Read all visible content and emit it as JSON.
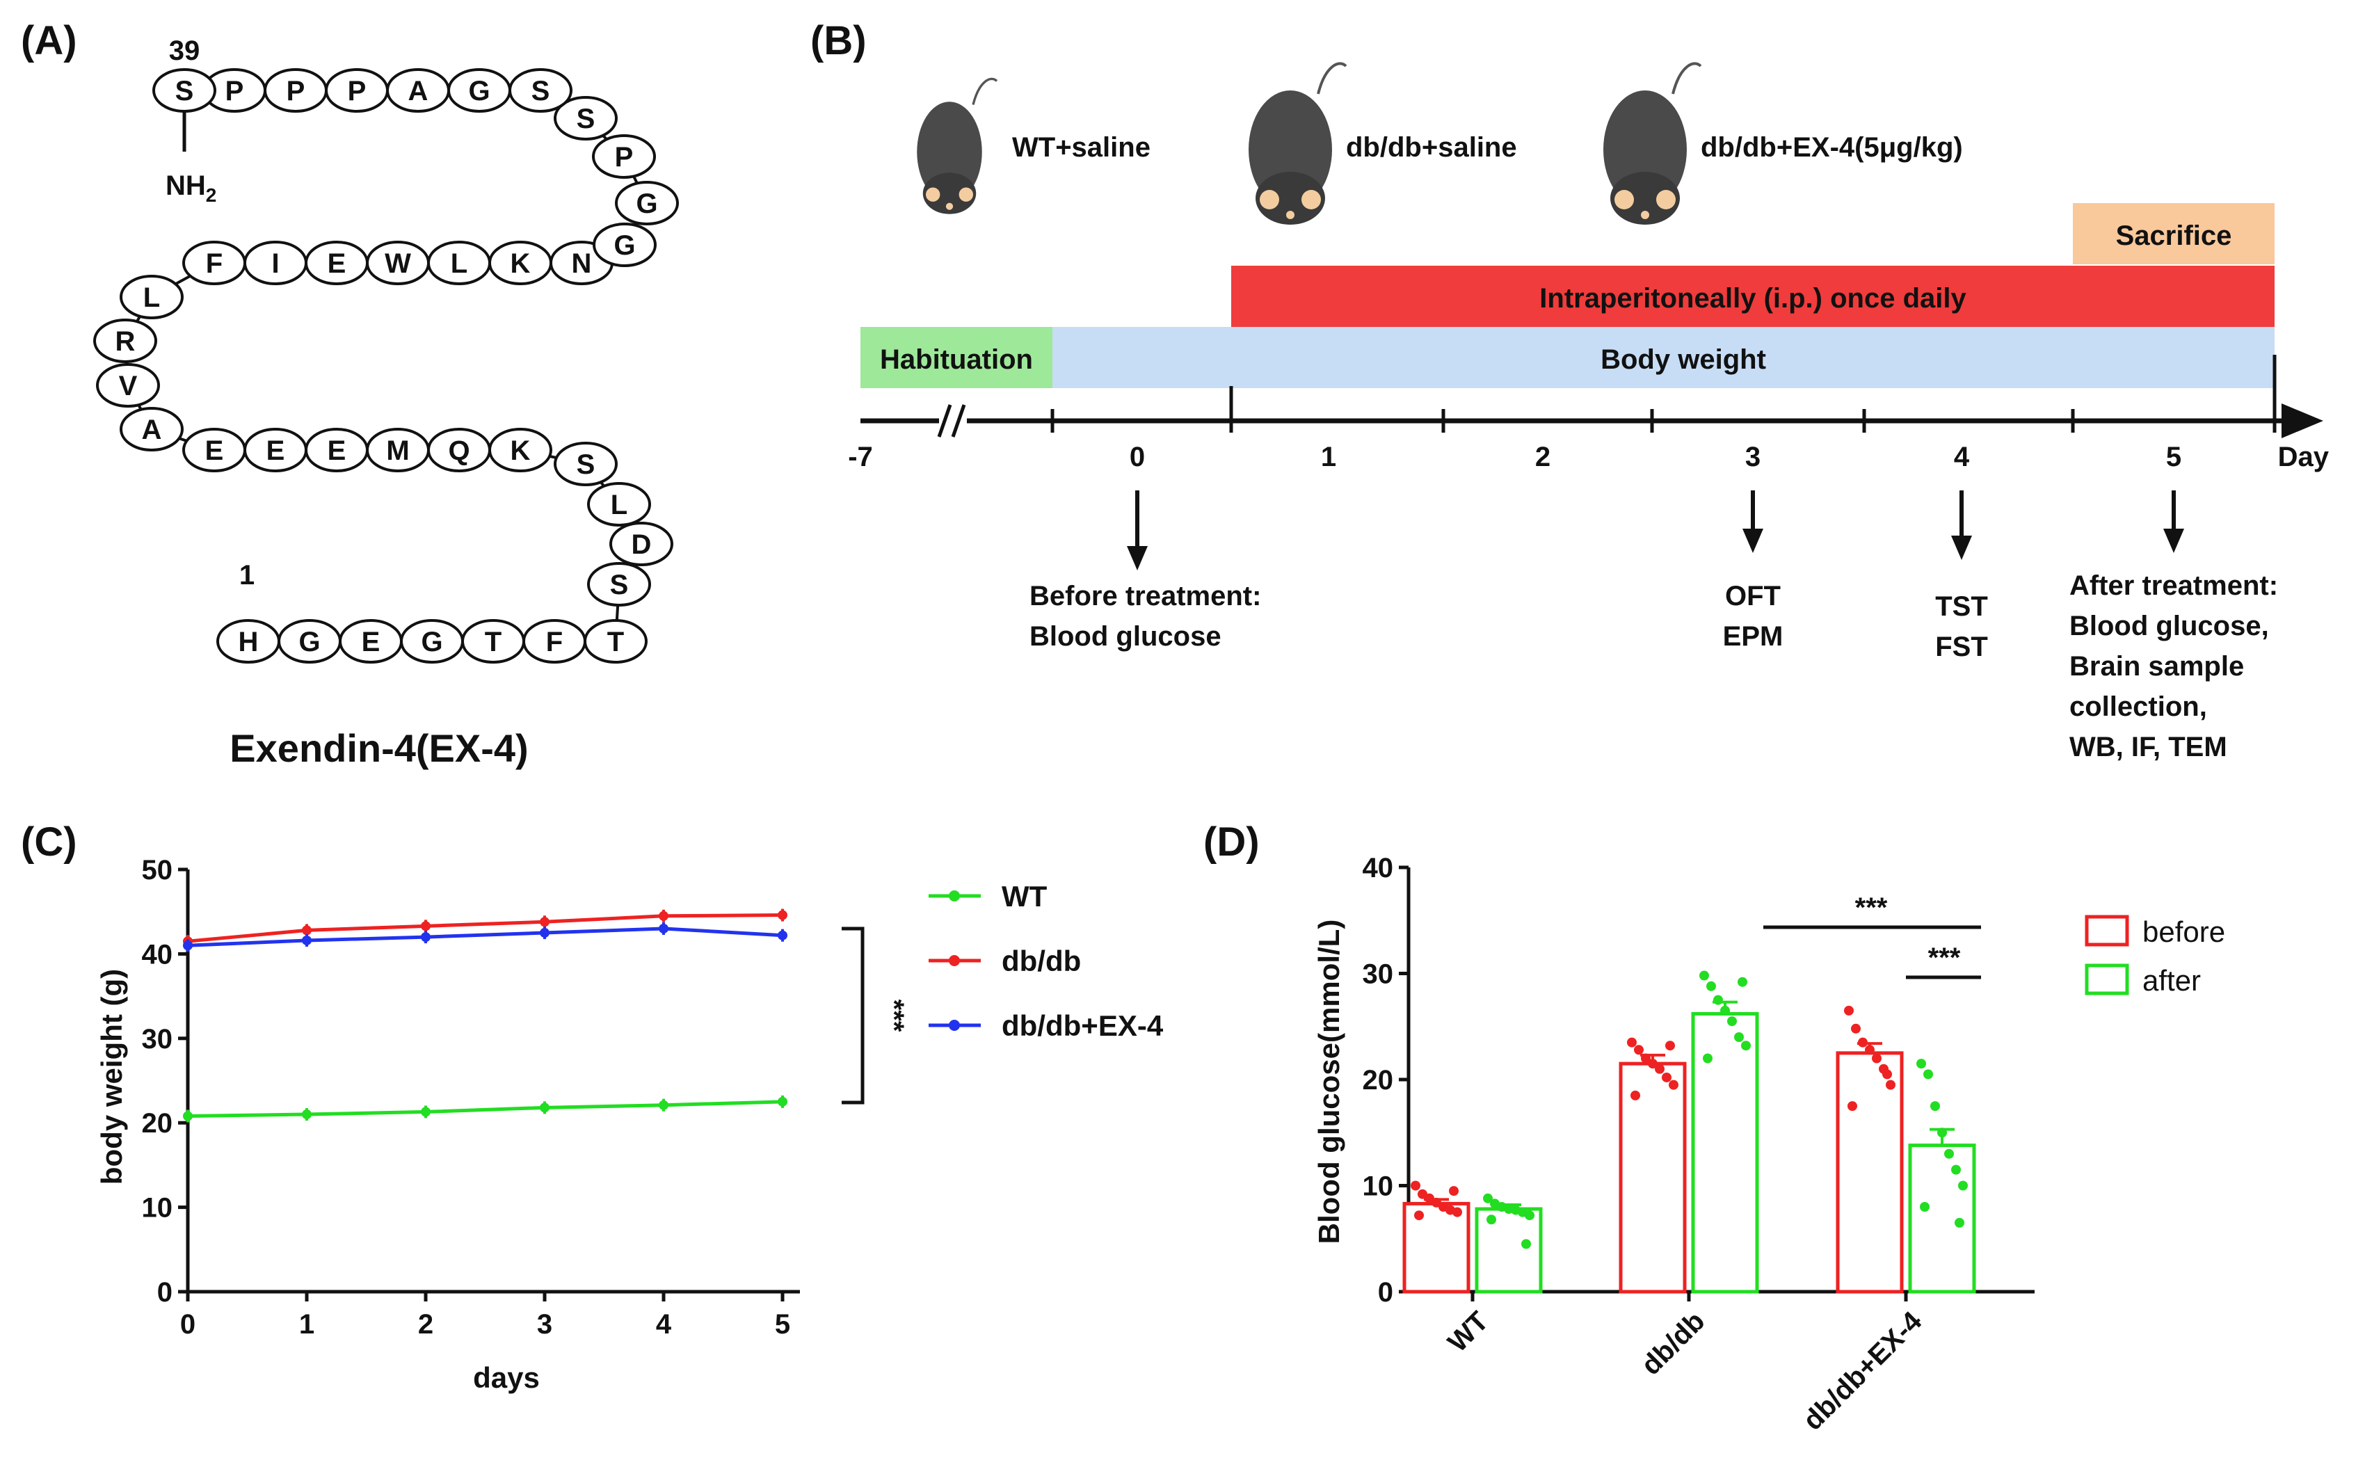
{
  "panel_a": {
    "label": "(A)",
    "caption": "Exendin-4(EX-4)",
    "start_num": "1",
    "end_num": "39",
    "amide": "NH",
    "amide_sub": "2",
    "residues": [
      "H",
      "G",
      "E",
      "G",
      "T",
      "F",
      "T",
      "S",
      "D",
      "L",
      "S",
      "K",
      "Q",
      "M",
      "E",
      "E",
      "E",
      "A",
      "V",
      "R",
      "L",
      "F",
      "I",
      "E",
      "W",
      "L",
      "K",
      "N",
      "G",
      "G",
      "P",
      "S",
      "S",
      "G",
      "A",
      "P",
      "P",
      "P",
      "S"
    ]
  },
  "panel_b": {
    "label": "(B)",
    "groups": [
      "WT+saline",
      "db/db+saline",
      "db/db+EX-4(5μg/kg)"
    ],
    "bars": {
      "sacrifice": "Sacrifice",
      "ip": "Intraperitoneally (i.p.) once daily",
      "habituation": "Habituation",
      "body_weight": "Body weight"
    },
    "colors": {
      "sacrifice": "#f9c89b",
      "ip": "#f03c3c",
      "habituation": "#9ee89a",
      "body_weight": "#c7ddf5"
    },
    "day_label": "Day",
    "ticks": [
      "-7",
      "0",
      "1",
      "2",
      "3",
      "4",
      "5"
    ],
    "events": {
      "day0": [
        "Before treatment:",
        "Blood glucose"
      ],
      "day3": [
        "OFT",
        "EPM"
      ],
      "day4": [
        "TST",
        "FST"
      ],
      "day5": [
        "After treatment:",
        "Blood glucose,",
        "Brain sample",
        "collection,",
        "WB, IF, TEM"
      ]
    }
  },
  "chart_data": [
    {
      "panel": "(C)",
      "type": "line",
      "xlabel": "days",
      "ylabel": "body weight (g)",
      "x": [
        0,
        1,
        2,
        3,
        4,
        5
      ],
      "xlim": [
        0,
        5
      ],
      "ylim": [
        0,
        50
      ],
      "yticks": [
        0,
        10,
        20,
        30,
        40,
        50
      ],
      "series": [
        {
          "name": "WT",
          "color": "#22dd22",
          "values": [
            20.8,
            21.0,
            21.3,
            21.8,
            22.1,
            22.5
          ]
        },
        {
          "name": "db/db",
          "color": "#ee2222",
          "values": [
            41.5,
            42.8,
            43.3,
            43.8,
            44.5,
            44.6
          ]
        },
        {
          "name": "db/db+EX-4",
          "color": "#2233ee",
          "values": [
            41.0,
            41.6,
            42.0,
            42.5,
            43.0,
            42.2
          ]
        }
      ],
      "legend_position": "right",
      "annotation": "***"
    },
    {
      "panel": "(D)",
      "type": "bar",
      "ylabel": "Blood glucose(mmol/L)",
      "categories": [
        "WT",
        "db/db",
        "db/db+EX-4"
      ],
      "ylim": [
        0,
        40
      ],
      "yticks": [
        0,
        10,
        20,
        30,
        40
      ],
      "series": [
        {
          "name": "before",
          "color": "#ee2222",
          "values": [
            8.3,
            21.5,
            22.5
          ],
          "errors": [
            0.4,
            0.8,
            0.9
          ],
          "points": [
            [
              10.0,
              9.2,
              8.8,
              8.4,
              8.0,
              7.7,
              7.5,
              7.2,
              9.5
            ],
            [
              23.5,
              22.8,
              22.0,
              21.5,
              21.0,
              20.2,
              19.5,
              18.5,
              23.2
            ],
            [
              26.5,
              24.8,
              23.5,
              22.8,
              22.0,
              21.0,
              19.5,
              17.5,
              20.5
            ]
          ]
        },
        {
          "name": "after",
          "color": "#22dd22",
          "values": [
            7.8,
            26.2,
            13.8
          ],
          "errors": [
            0.4,
            1.1,
            1.5
          ],
          "points": [
            [
              8.8,
              8.3,
              8.0,
              7.8,
              7.7,
              7.5,
              7.2,
              6.8,
              4.5
            ],
            [
              29.8,
              28.8,
              27.5,
              26.5,
              25.5,
              24.0,
              23.2,
              22.0,
              29.2
            ],
            [
              21.5,
              20.5,
              17.5,
              15.0,
              13.0,
              11.5,
              10.0,
              8.0,
              6.5
            ]
          ]
        }
      ],
      "significance": [
        "***",
        "***"
      ],
      "legend_position": "top-right"
    }
  ]
}
